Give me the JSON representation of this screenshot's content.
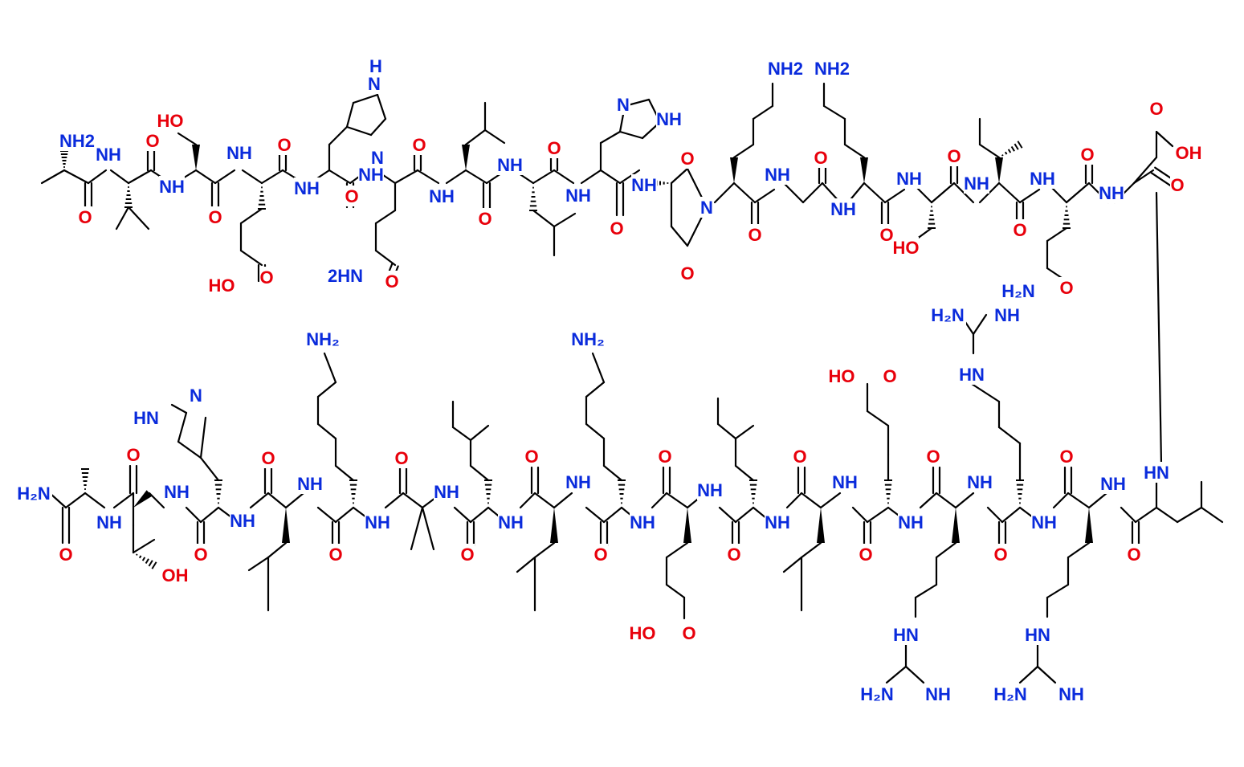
{
  "colors": {
    "oxygen": "#e8000b",
    "nitrogen": "#0a2bdc",
    "bond": "#000000"
  },
  "labels": {
    "amine_nh2": "NH2",
    "nh2_sub": "NH₂",
    "h2n_sub": "H₂N",
    "nh": "NH",
    "hn": "HN",
    "h": "H",
    "n": "N",
    "o": "O",
    "oh": "OH",
    "ho": "HO",
    "amide_2hn": "2HN"
  }
}
